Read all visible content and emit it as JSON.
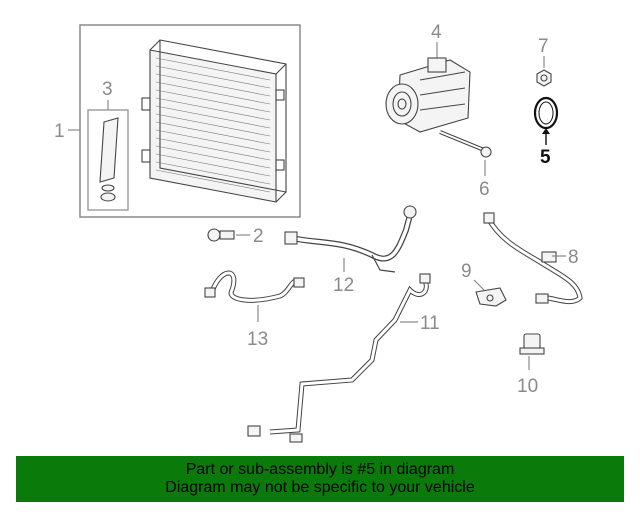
{
  "callouts": {
    "c1": "1",
    "c2": "2",
    "c3": "3",
    "c4": "4",
    "c5": "5",
    "c6": "6",
    "c7": "7",
    "c8": "8",
    "c9": "9",
    "c10": "10",
    "c11": "11",
    "c12": "12",
    "c13": "13"
  },
  "highlight_part": "5",
  "banner": {
    "line1": "Part or sub-assembly is #5 in diagram",
    "line2": "Diagram may not be specific to your vehicle",
    "color": "#0a7a0a"
  }
}
